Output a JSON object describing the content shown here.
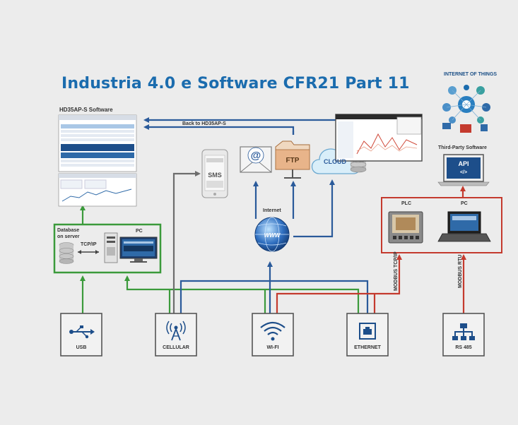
{
  "title": "Industria 4.0 e Software CFR21 Part 11",
  "software": {
    "title": "HD35AP-S Software",
    "back_link": "Back to HD35AP-S"
  },
  "server_group": {
    "db_label_1": "Database",
    "db_label_2": "on server",
    "protocol": "TCP/IP",
    "pc": "PC"
  },
  "internet": {
    "label": "Internet",
    "globe_text": "WWW"
  },
  "services": {
    "sms": "SMS",
    "email": "@",
    "ftp": "FTP",
    "cloud": "CLOUD"
  },
  "iot": {
    "title": "INTERNET OF THINGS"
  },
  "third_party": {
    "title": "Third-Party Software",
    "api": "API",
    "api_code": "</>"
  },
  "plc_group": {
    "plc": "PLC",
    "pc": "PC"
  },
  "links": {
    "modbus_tcp": "MODBUS TCP/IP",
    "modbus_rtu": "MODBUS RTU"
  },
  "interfaces": [
    {
      "label": "USB",
      "icon": "usb-icon"
    },
    {
      "label": "CELLULAR",
      "icon": "cellular-antenna-icon"
    },
    {
      "label": "WI-FI",
      "icon": "wifi-icon"
    },
    {
      "label": "ETHERNET",
      "icon": "ethernet-port-icon"
    },
    {
      "label": "RS 485",
      "icon": "rs485-network-icon"
    }
  ],
  "colors": {
    "title": "#1b6cae",
    "green": "#3b9a3b",
    "blue": "#2a5a9a",
    "red": "#c43a2e",
    "grey": "#6d6d6d"
  }
}
